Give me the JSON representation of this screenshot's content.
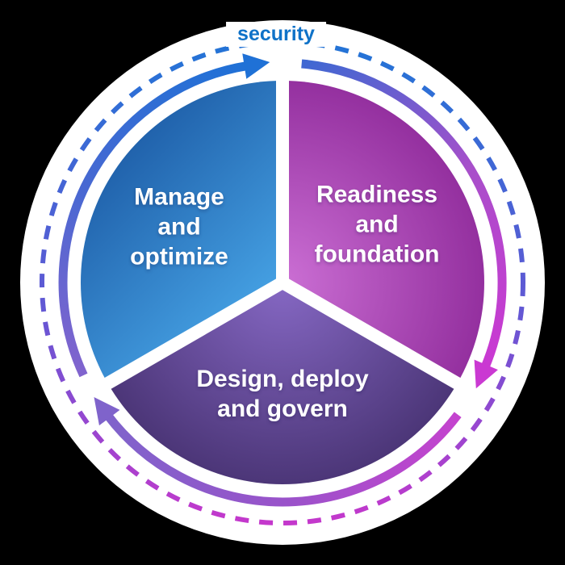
{
  "diagram": {
    "type": "cycle-diagram",
    "security_label": "security",
    "segments": [
      {
        "label": "Manage\nand\noptimize",
        "inner_color": "#47a4e6",
        "outer_color": "#1a57a2"
      },
      {
        "label": "Readiness\nand\nfoundation",
        "inner_color": "#cb6fd4",
        "outer_color": "#94309f"
      },
      {
        "label": "Design, deploy\nand govern",
        "inner_color": "#8668c4",
        "outer_color": "#4c3678"
      }
    ],
    "arrows": [
      {
        "direction": "clockwise",
        "start_color": "#8164ce",
        "mid_color": "#4a68d2",
        "end_color": "#1f71d6"
      },
      {
        "direction": "clockwise",
        "start_color": "#3f68d2",
        "mid_color": "#a84fca",
        "end_color": "#ca39d2"
      },
      {
        "direction": "clockwise",
        "start_color": "#c443ce",
        "mid_color": "#9953ca",
        "end_color": "#7f63cb"
      }
    ],
    "dashed_ring": {
      "top_color": "#2374d6",
      "mid_color": "#6158d4",
      "bottom_color": "#c438cc"
    },
    "colors": {
      "background": "#000000",
      "disc": "#ffffff",
      "divider": "#ffffff",
      "segment_text": "#ffffff",
      "security_text": "#0f72c8"
    }
  }
}
